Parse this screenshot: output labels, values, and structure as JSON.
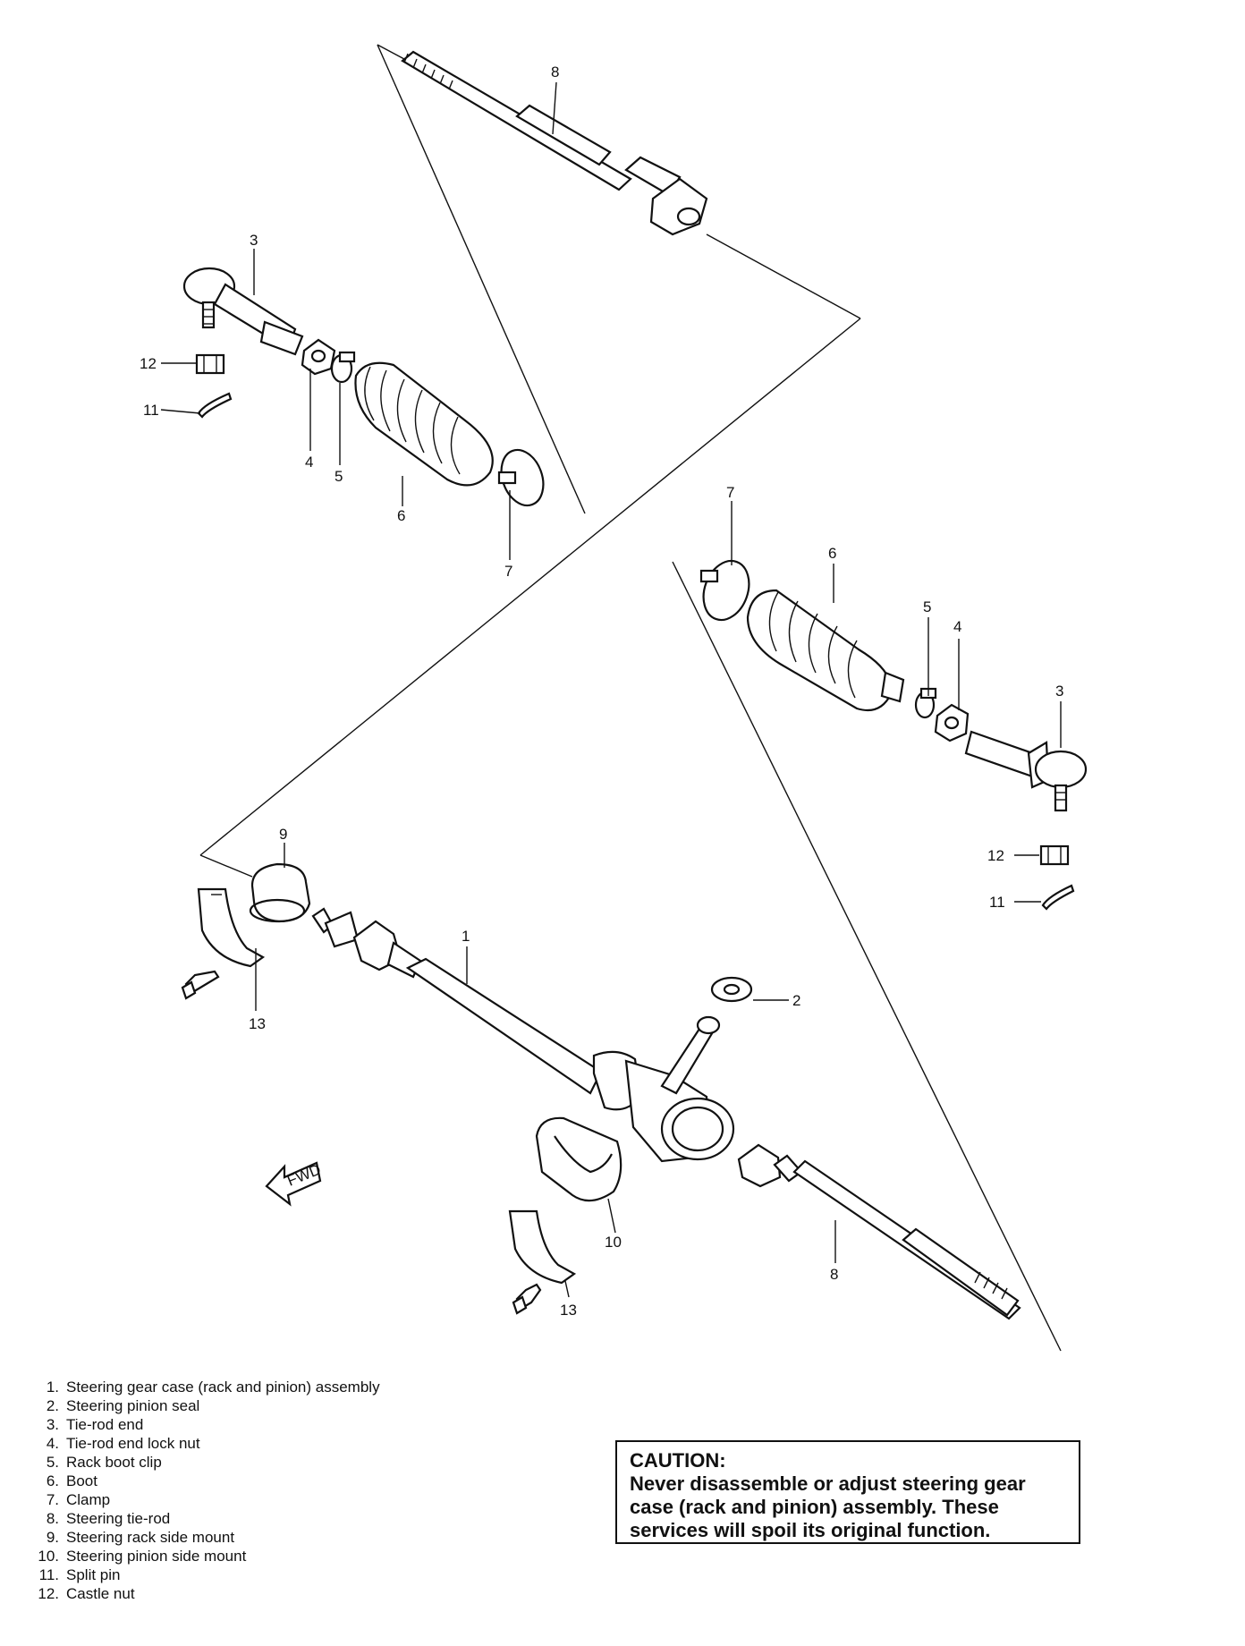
{
  "callouts": {
    "c8_top": "8",
    "c3_left": "3",
    "c12_left": "12",
    "c11_left": "11",
    "c4_left": "4",
    "c5_left": "5",
    "c6_left": "6",
    "c7_left": "7",
    "c7_right": "7",
    "c6_right": "6",
    "c5_right": "5",
    "c4_right": "4",
    "c3_right": "3",
    "c12_right": "12",
    "c11_right": "11",
    "c9": "9",
    "c1": "1",
    "c2": "2",
    "c13_left": "13",
    "c10": "10",
    "c8_bottom": "8",
    "c13_bottom": "13"
  },
  "fwd_arrow_label": "FWD",
  "legend": [
    {
      "num": "1.",
      "text": "Steering gear case (rack and pinion) assembly"
    },
    {
      "num": "2.",
      "text": "Steering pinion seal"
    },
    {
      "num": "3.",
      "text": "Tie-rod end"
    },
    {
      "num": "4.",
      "text": "Tie-rod end lock nut"
    },
    {
      "num": "5.",
      "text": "Rack boot clip"
    },
    {
      "num": "6.",
      "text": "Boot"
    },
    {
      "num": "7.",
      "text": "Clamp"
    },
    {
      "num": "8.",
      "text": "Steering tie-rod"
    },
    {
      "num": "9.",
      "text": "Steering rack side mount"
    },
    {
      "num": "10.",
      "text": "Steering pinion side mount"
    },
    {
      "num": "11.",
      "text": "Split pin"
    },
    {
      "num": "12.",
      "text": "Castle nut"
    }
  ],
  "caution": {
    "title": "CAUTION:",
    "body": "Never disassemble or adjust steering gear case (rack and pinion) assembly. These services will spoil its original function."
  }
}
